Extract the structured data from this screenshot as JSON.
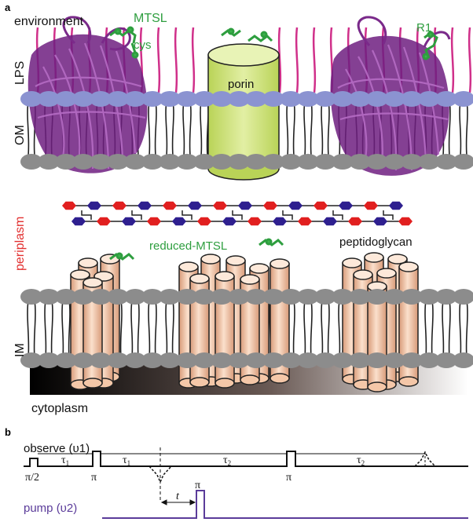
{
  "panel_a": {
    "label": "a",
    "environment": "environment",
    "lps": "LPS",
    "om": "OM",
    "periplasm": "periplasm",
    "im": "IM",
    "cytoplasm": "cytoplasm",
    "mtsl": "MTSL",
    "cys": "cys",
    "porin": "porin",
    "r1": "R1",
    "reduced_mtsl": "reduced-MTSL",
    "peptidoglycan": "peptidoglycan"
  },
  "panel_b": {
    "label": "b",
    "observe": "observe (υ1)",
    "pump": "pump (υ2)",
    "pi_half": "π/2",
    "pi1": "π",
    "pi2": "π",
    "pi_pump": "π",
    "tau1a": "τ",
    "tau1a_sub": "1",
    "tau1b": "τ",
    "tau1b_sub": "1",
    "tau2a": "τ",
    "tau2a_sub": "2",
    "tau2b": "τ",
    "tau2b_sub": "2",
    "t": "t"
  },
  "colors": {
    "lps": "#d0308a",
    "head_om": "#8b93d1",
    "head_grey": "#8c8c8c",
    "beta_barrel": "#7a2a8a",
    "porin": "#cfe27a",
    "pg_red": "#e11f1f",
    "pg_blue": "#2e1f8f",
    "helix": "#f4c7a8",
    "periplasm_text": "#e23030",
    "green_label": "#2e9e3f",
    "pump_line": "#5b3c9a"
  }
}
